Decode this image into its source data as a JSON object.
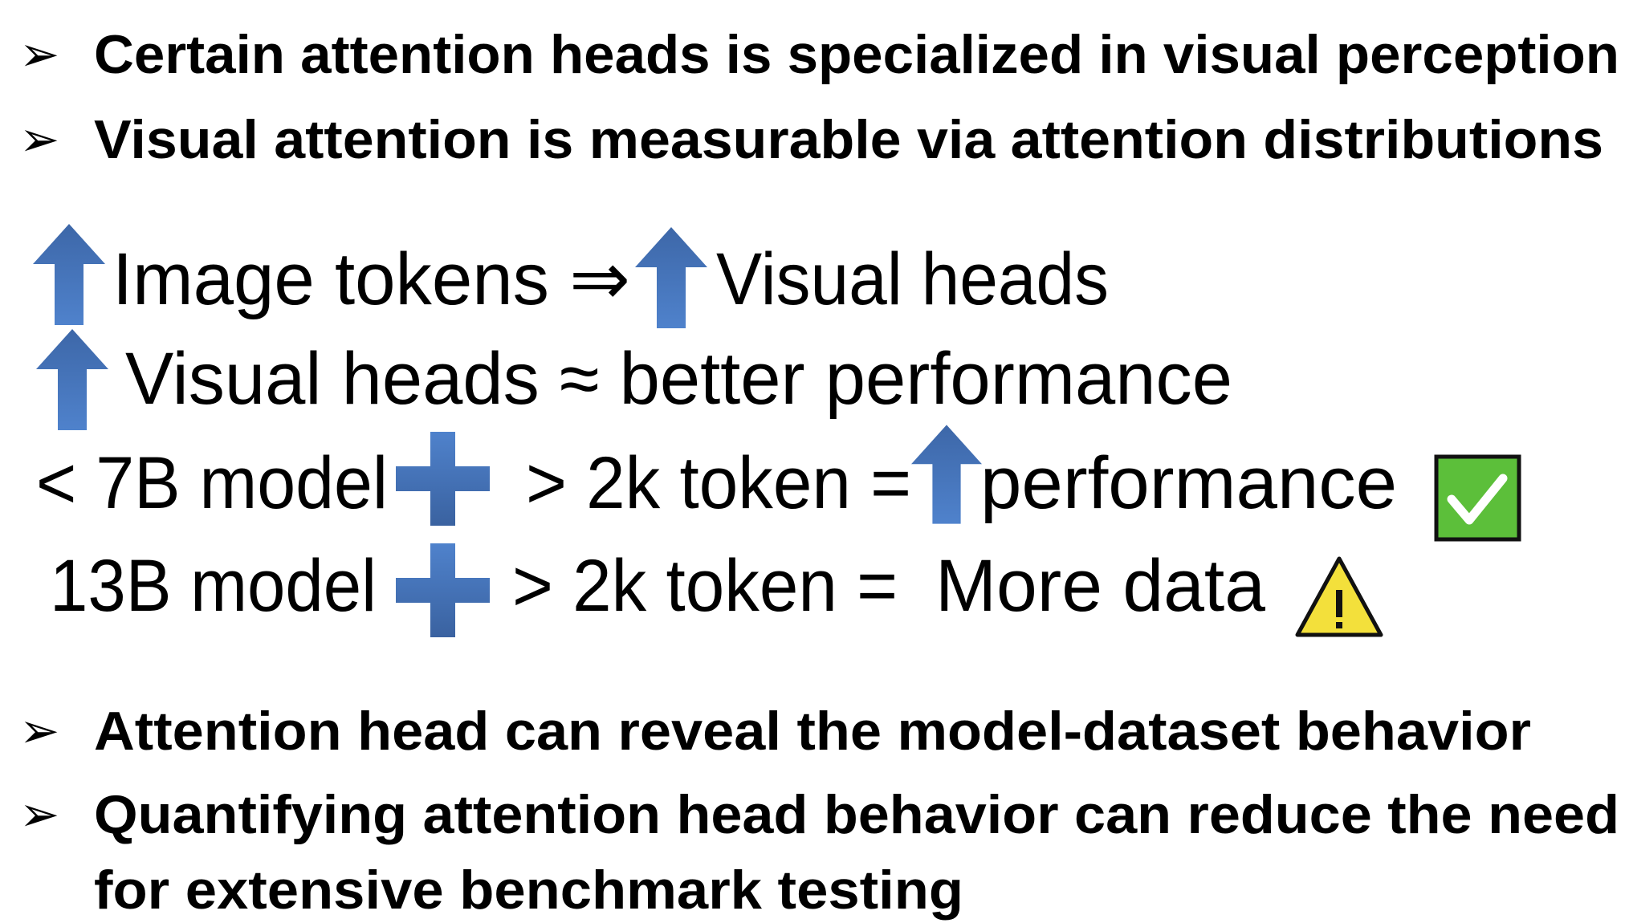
{
  "bullets_top": [
    {
      "icon": "arrowhead-bullet",
      "text": "Certain attention heads is specialized in visual perception"
    },
    {
      "icon": "arrowhead-bullet",
      "text": "Visual attention is measurable via attention distributions"
    }
  ],
  "rows": {
    "row1": {
      "left": "Image tokens ⇒",
      "right": "Visual heads"
    },
    "row2": {
      "text": "Visual heads ≈ better performance"
    },
    "row3": {
      "model": "< 7B model",
      "token": "> 2k token =",
      "result": "performance",
      "status_icon": "check-icon"
    },
    "row4": {
      "model": "13B model",
      "token": "> 2k token =",
      "result": "More data",
      "status_icon": "warning-icon"
    }
  },
  "bullets_bottom": [
    {
      "icon": "arrowhead-bullet",
      "text": "Attention head can reveal the model-dataset behavior"
    },
    {
      "icon": "arrowhead-bullet",
      "line1": "Quantifying attention head behavior can reduce the need",
      "line2": "for extensive benchmark testing"
    }
  ],
  "bullet_glyph": "➢",
  "colors": {
    "arrow": "#4a7cc4",
    "check_bg": "#5cbf3a",
    "warning_bg": "#f3e03b"
  }
}
